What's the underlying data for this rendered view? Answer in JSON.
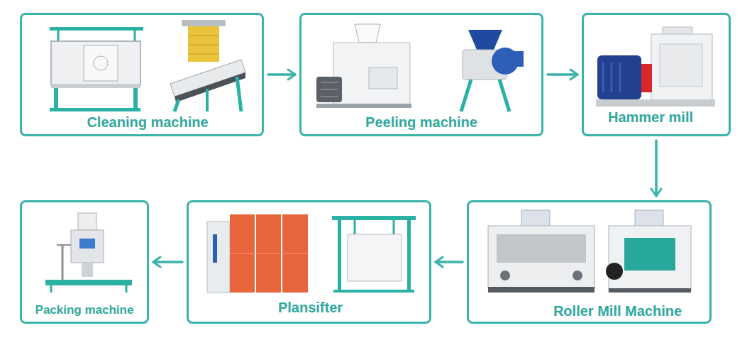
{
  "diagram": {
    "nodes": [
      {
        "text": [
          "Cleaning machine"
        ]
      },
      {
        "text": [
          "Peeling machine"
        ]
      },
      {
        "text": [
          "Hammer mill"
        ]
      },
      {
        "text": [
          "Packing machine"
        ]
      },
      {
        "text": [
          "Plansifter"
        ]
      },
      {
        "text": [
          "Roller Mill Machine"
        ]
      }
    ],
    "edges": [
      {
        "from": 0,
        "to": 1,
        "arrow": "to"
      },
      {
        "from": 1,
        "to": 2,
        "arrow": "to"
      },
      {
        "from": 2,
        "to": 5,
        "arrow": "to"
      },
      {
        "from": 5,
        "to": 4,
        "arrow": "to"
      },
      {
        "from": 4,
        "to": 3,
        "arrow": "to"
      }
    ]
  }
}
